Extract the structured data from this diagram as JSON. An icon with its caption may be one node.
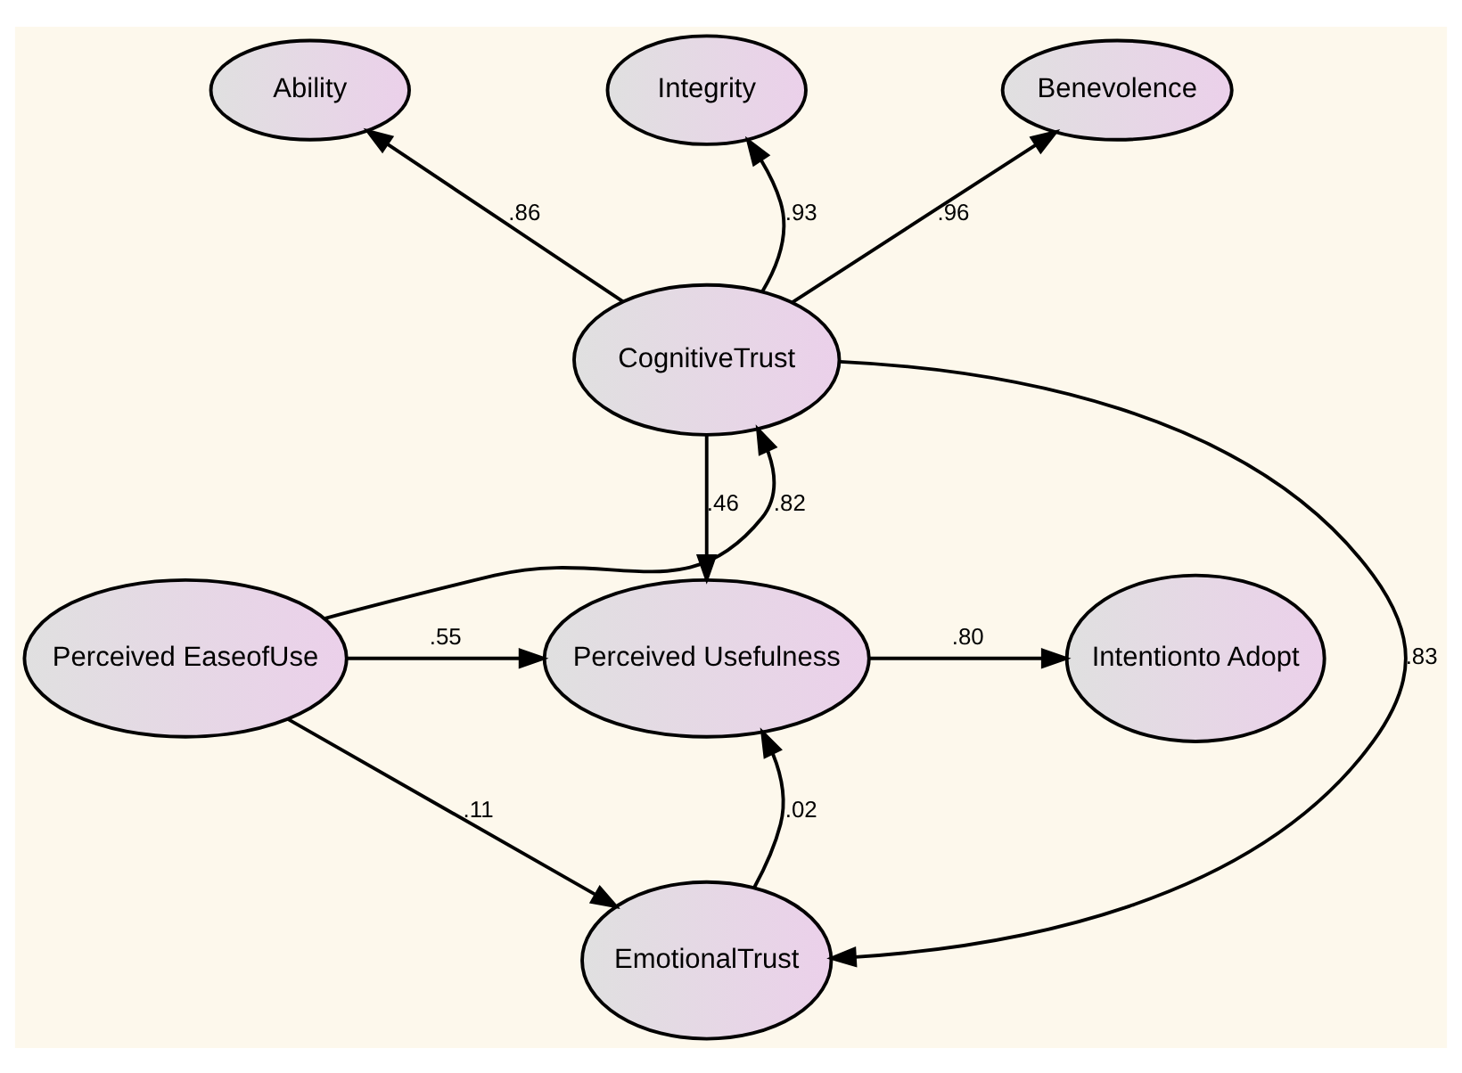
{
  "diagram": {
    "nodes": [
      {
        "text": [
          "Ability"
        ]
      },
      {
        "text": [
          "Integrity"
        ]
      },
      {
        "text": [
          "Benevolence"
        ]
      },
      {
        "text": [
          "CognitiveTrust"
        ]
      },
      {
        "text": [
          "Perceived EaseofUse"
        ]
      },
      {
        "text": [
          "Perceived Usefulness"
        ]
      },
      {
        "text": [
          "Intentionto Adopt"
        ]
      },
      {
        "text": [
          "EmotionalTrust"
        ]
      }
    ],
    "edges": [
      {
        "from": 3,
        "to": 0,
        "arrow": "to",
        "label": ".86"
      },
      {
        "from": 3,
        "to": 1,
        "arrow": "to",
        "label": ".93"
      },
      {
        "from": 3,
        "to": 2,
        "arrow": "to",
        "label": ".96"
      },
      {
        "from": 4,
        "to": 3,
        "arrow": "to",
        "label": ".82"
      },
      {
        "from": 3,
        "to": 5,
        "arrow": "to",
        "label": ".46"
      },
      {
        "from": 3,
        "to": 7,
        "arrow": "to",
        "label": ".83"
      },
      {
        "from": 4,
        "to": 5,
        "arrow": "to",
        "label": ".55"
      },
      {
        "from": 5,
        "to": 6,
        "arrow": "to",
        "label": ".80"
      },
      {
        "from": 4,
        "to": 7,
        "arrow": "to",
        "label": ".11"
      },
      {
        "from": 7,
        "to": 5,
        "arrow": "to",
        "label": ".02"
      }
    ]
  }
}
